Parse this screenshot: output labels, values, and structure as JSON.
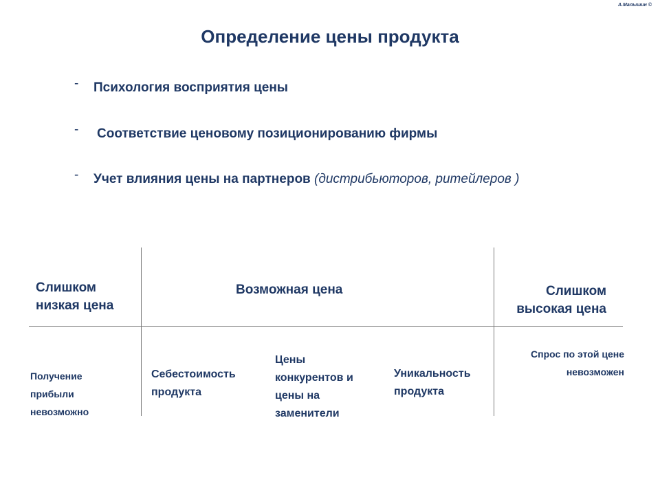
{
  "copyright": "А.Малышин ©",
  "title": "Определение цены продукта",
  "bullets": [
    {
      "dash": "-",
      "text": "Психология восприятия цены",
      "note": ""
    },
    {
      "dash": "-",
      "text": "Соответствие ценовому позиционированию фирмы",
      "note": ""
    },
    {
      "dash": "-",
      "text": "Учет влияния цены на партнеров",
      "note": " (дистрибьюторов,  ритейлеров )"
    }
  ],
  "diagram": {
    "too_low": {
      "line1": "Слишком",
      "line2": "низкая цена"
    },
    "possible": "Возможная цена",
    "too_high": {
      "line1": "Слишком",
      "line2": "высокая цена"
    },
    "no_profit": {
      "line1": "Получение",
      "line2": "прибыли",
      "line3": "невозможно"
    },
    "cost": {
      "line1": "Себестоимость",
      "line2": "продукта"
    },
    "competitors": {
      "line1": "Цены",
      "line2": "конкурентов и",
      "line3": "цены на",
      "line4": "заменители"
    },
    "uniqueness": {
      "line1": "Уникальность",
      "line2": "продукта"
    },
    "no_demand": {
      "line1": "Спрос по этой цене",
      "line2": "невозможен"
    }
  }
}
